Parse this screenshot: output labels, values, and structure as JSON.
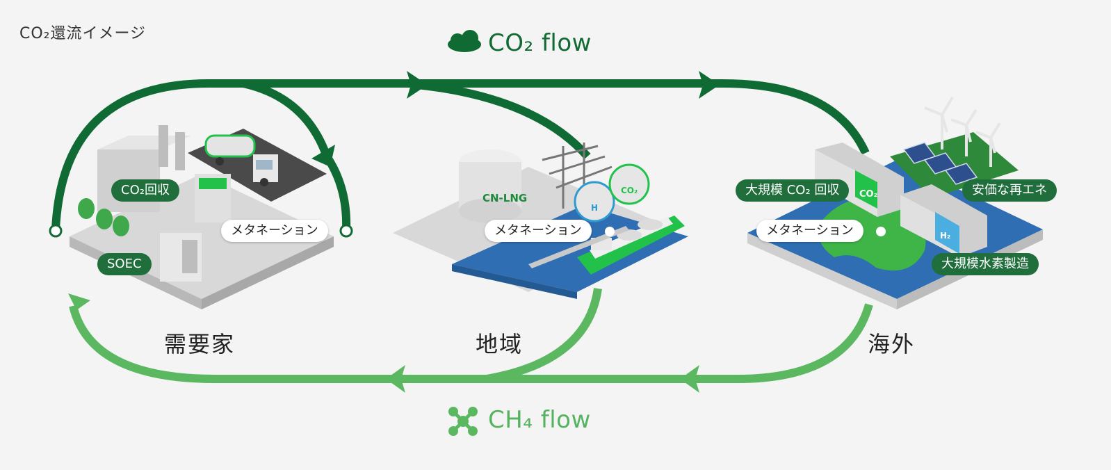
{
  "title": "CO₂還流イメージ",
  "legend": {
    "co2_label": "CO₂ flow",
    "ch4_label": "CH₄ flow"
  },
  "colors": {
    "co2_flow": "#0f6b33",
    "ch4_flow": "#5cb860",
    "pill_dark": "#1f6e3b",
    "water": "#2f6eb3",
    "accent_green": "#22c24a"
  },
  "regions": {
    "demand": "需要家",
    "local": "地域",
    "overseas": "海外"
  },
  "labels": {
    "co2_capture": "CO₂回収",
    "soec": "SOEC",
    "methanation_1": "メタネーション",
    "methanation_2": "メタネーション",
    "methanation_3": "メタネーション",
    "large_co2_capture": "大規模 CO₂ 回収",
    "cheap_renewables": "安価な再エネ",
    "large_hydrogen": "大規模水素製造"
  },
  "facility_marks": {
    "lng_tank": "CN-LNG",
    "tank_h": "H",
    "tank_co2": "CO₂",
    "container_co2": "CO₂",
    "container_h2": "H₂"
  }
}
